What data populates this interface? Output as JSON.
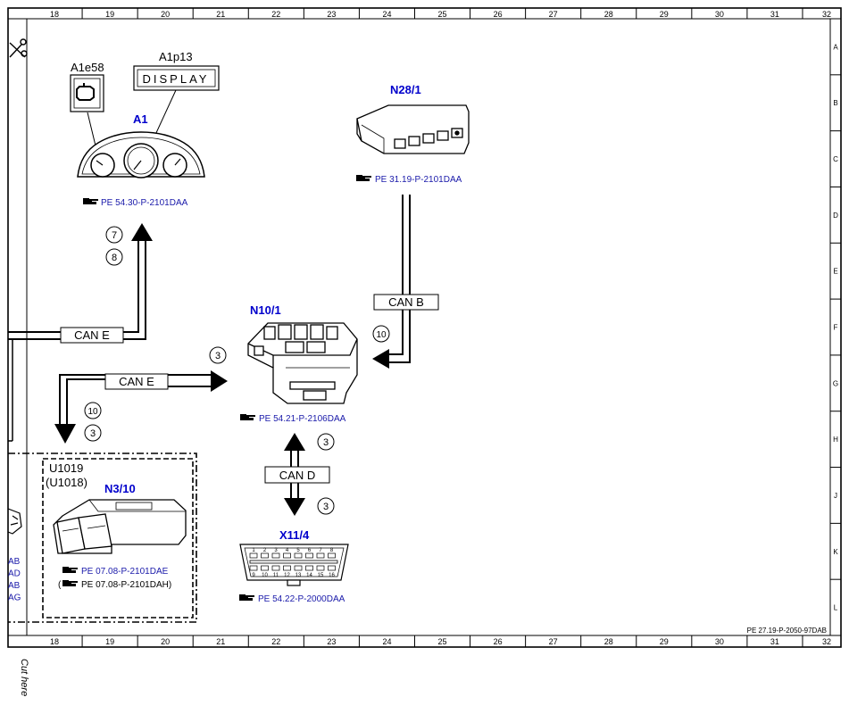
{
  "grid": {
    "columns": [
      "18",
      "19",
      "20",
      "21",
      "22",
      "23",
      "24",
      "25",
      "26",
      "27",
      "28",
      "29",
      "30",
      "31",
      "32"
    ],
    "rows": [
      "A",
      "B",
      "C",
      "D",
      "E",
      "F",
      "G",
      "H",
      "J",
      "K",
      "L"
    ]
  },
  "components": {
    "a1e58": "A1e58",
    "a1p13": "A1p13",
    "display_text": "DISPLAY",
    "a1": "A1",
    "a1_ref": "PE 54.30-P-2101DAA",
    "n28_1": "N28/1",
    "n28_1_ref": "PE 31.19-P-2101DAA",
    "n10_1": "N10/1",
    "n10_1_ref": "PE 54.21-P-2106DAA",
    "x11_4": "X11/4",
    "x11_4_ref": "PE 54.22-P-2000DAA",
    "u1019": "U1019",
    "u1018": "(U1018)",
    "n3_10": "N3/10",
    "n3_10_ref": "PE 07.08-P-2101DAE",
    "n3_10_ref2": "PE 07.08-P-2101DAH)",
    "n3_10_ref2_prefix": "("
  },
  "buses": {
    "can_e_top": "CAN E",
    "can_e_mid": "CAN E",
    "can_b": "CAN B",
    "can_d": "CAN D"
  },
  "circles": {
    "c7": "7",
    "c8": "8",
    "c3_left": "3",
    "c10_right": "10",
    "c10_left": "10",
    "c3_under": "3",
    "c3_d_up": "3",
    "c3_d_down": "3"
  },
  "left_clipped": [
    "AB",
    "AD",
    "AB",
    "AG"
  ],
  "connector_pins": {
    "top": [
      "1",
      "2",
      "3",
      "4",
      "5",
      "6",
      "7",
      "8"
    ],
    "bottom": [
      "9",
      "10",
      "11",
      "12",
      "13",
      "14",
      "15",
      "16"
    ]
  },
  "footer": {
    "doc_id": "PE 27.19-P-2050-97DAB",
    "cut_here": "Cut here"
  }
}
